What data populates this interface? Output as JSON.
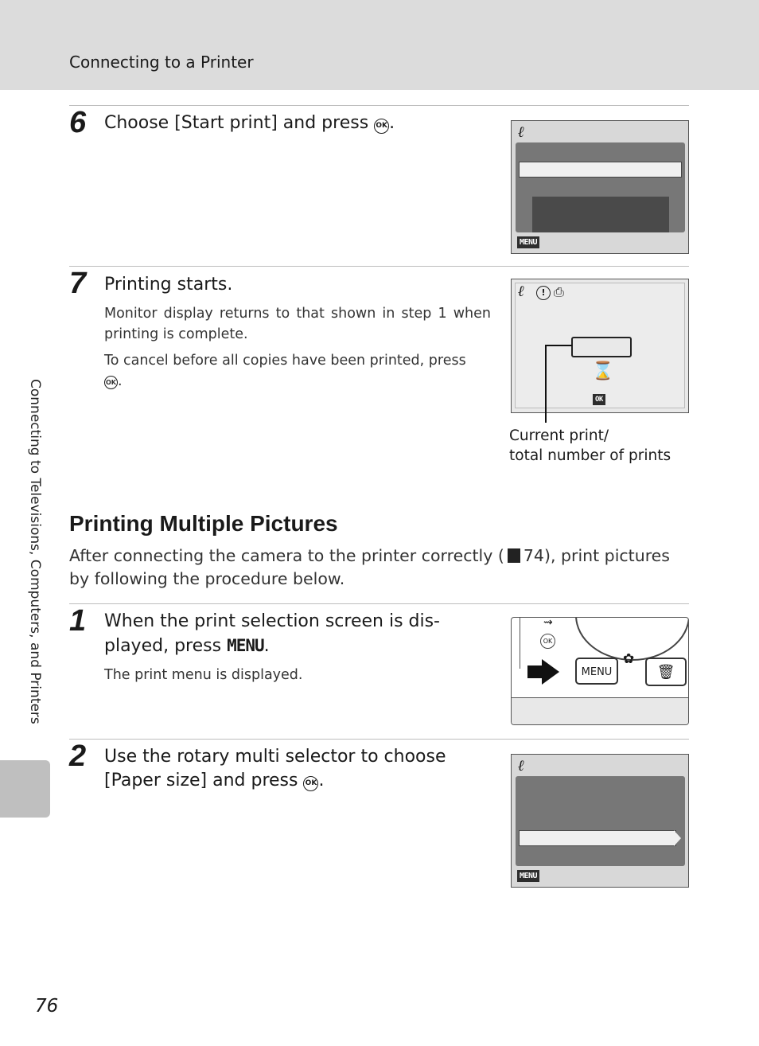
{
  "header": {
    "title": "Connecting to a Printer"
  },
  "steps_top": [
    {
      "number": "6",
      "title": "Choose [Start print] and press",
      "ok_icon": "ok-button-icon"
    },
    {
      "number": "7",
      "title": "Printing starts.",
      "para1": "Monitor display returns to that shown in step 1 when printing is complete.",
      "para2": "To cancel before all copies have been printed, press",
      "callout": "Current print/\ntotal number of prints",
      "ok_icon": "ok-button-icon"
    }
  ],
  "section": {
    "title": "Printing Multiple Pictures",
    "intro_before": "After connecting the camera to the printer correctly (",
    "intro_page": "74",
    "intro_after": "), print pictures by following the procedure below."
  },
  "steps_bottom": [
    {
      "number": "1",
      "title_line1": "When the print selection screen is dis-",
      "title_line2": "played, press",
      "menu_glyph": "MENU",
      "note": "The print menu is displayed.",
      "camera_button_label": "MENU"
    },
    {
      "number": "2",
      "title_line1": "Use the rotary multi selector to choose",
      "title_line2": "[Paper size] and press",
      "ok_icon": "ok-button-icon"
    }
  ],
  "lcd_labels": {
    "menu": "MENU",
    "ok": "OK"
  },
  "side_label": "Connecting to Televisions, Computers, and Printers",
  "page_number": "76"
}
